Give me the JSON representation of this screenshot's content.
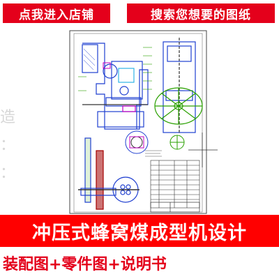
{
  "banner": {
    "shop_button": "点我进入店铺",
    "search_button": "搜索您想要的图纸"
  },
  "product": {
    "title": "冲压式蜂窝煤成型机设计",
    "subtitle": "装配图+零件图+说明书"
  },
  "watermark": {
    "glyph_1": "造",
    "glyph_2": "：",
    "glyph_3": "："
  },
  "colors": {
    "banner_red": "#e4001b",
    "title_band_red": "#ff0000",
    "drawing_blue": "#1f3fd0",
    "drawing_cyan": "#2fb3e6",
    "drawing_green": "#2aa000",
    "drawing_magenta": "#c000c0"
  }
}
